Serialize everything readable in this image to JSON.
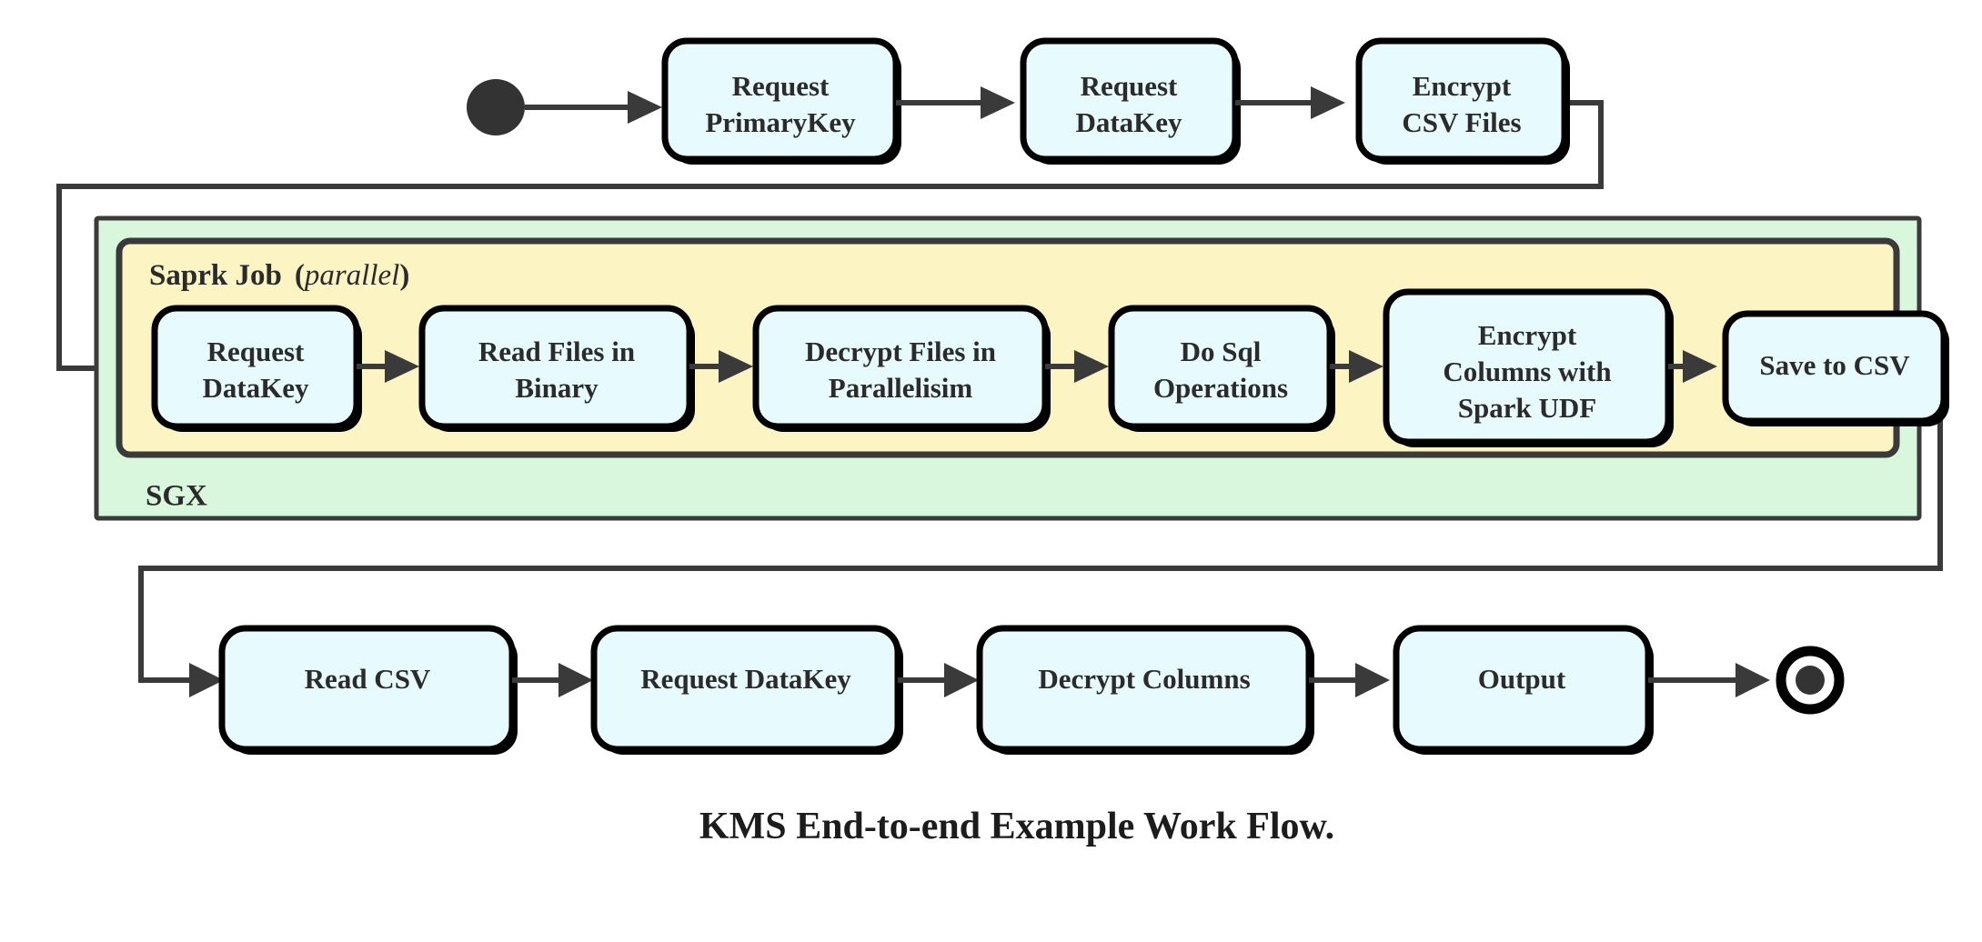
{
  "diagram": {
    "caption": "KMS End-to-end Example Work Flow.",
    "colors": {
      "node_fill": "#e7fbfe",
      "node_stroke": "#000000",
      "sgx_fill": "#d9f7dc",
      "spark_fill": "#fdf4c4",
      "edge_stroke": "#3a3a3a",
      "text": "#2b2b2b"
    },
    "markers": {
      "start_label": "start-node",
      "end_label": "end-node"
    },
    "containers": [
      {
        "id": "sgx",
        "label": "SGX",
        "label_position": "bottom-left"
      },
      {
        "id": "spark-job",
        "label": "Saprk Job",
        "label_suffix_open": "(",
        "label_italic": "parallel",
        "label_suffix_close": ")",
        "label_position": "top-left"
      }
    ],
    "rows": [
      {
        "id": "top-row",
        "nodes": [
          {
            "id": "request-primarykey",
            "line1": "Request",
            "line2": "PrimaryKey"
          },
          {
            "id": "request-datakey-top",
            "line1": "Request",
            "line2": "DataKey"
          },
          {
            "id": "encrypt-csv-files",
            "line1": "Encrypt",
            "line2": "CSV Files"
          }
        ]
      },
      {
        "id": "spark-row",
        "nodes": [
          {
            "id": "request-datakey-spark",
            "line1": "Request",
            "line2": "DataKey"
          },
          {
            "id": "read-files-in-binary",
            "line1": "Read Files in",
            "line2": "Binary"
          },
          {
            "id": "decrypt-files-in-parallelisim",
            "line1": "Decrypt Files in",
            "line2": "Parallelisim"
          },
          {
            "id": "do-sql-operations",
            "line1": "Do Sql",
            "line2": "Operations"
          },
          {
            "id": "encrypt-columns-with-spark-udf",
            "line1": "Encrypt",
            "line2": "Columns with",
            "line3": "Spark UDF"
          },
          {
            "id": "save-to-csv",
            "line1": "Save to CSV"
          }
        ]
      },
      {
        "id": "bottom-row",
        "nodes": [
          {
            "id": "read-csv",
            "line1": "Read CSV"
          },
          {
            "id": "request-datakey-bottom",
            "line1": "Request DataKey"
          },
          {
            "id": "decrypt-columns",
            "line1": "Decrypt Columns"
          },
          {
            "id": "output",
            "line1": "Output"
          }
        ]
      }
    ],
    "edges": [
      {
        "id": "e-start-to-primarykey",
        "from": "start-node",
        "to": "request-primarykey"
      },
      {
        "id": "e-primarykey-to-datakey",
        "from": "request-primarykey",
        "to": "request-datakey-top"
      },
      {
        "id": "e-datakey-to-encrypt-csv",
        "from": "request-datakey-top",
        "to": "encrypt-csv-files"
      },
      {
        "id": "e-encrypt-csv-to-spark-datakey",
        "from": "encrypt-csv-files",
        "to": "request-datakey-spark"
      },
      {
        "id": "e-spark-datakey-to-read-binary",
        "from": "request-datakey-spark",
        "to": "read-files-in-binary"
      },
      {
        "id": "e-read-binary-to-decrypt-files",
        "from": "read-files-in-binary",
        "to": "decrypt-files-in-parallelisim"
      },
      {
        "id": "e-decrypt-files-to-sql",
        "from": "decrypt-files-in-parallelisim",
        "to": "do-sql-operations"
      },
      {
        "id": "e-sql-to-encrypt-columns",
        "from": "do-sql-operations",
        "to": "encrypt-columns-with-spark-udf"
      },
      {
        "id": "e-encrypt-columns-to-save-csv",
        "from": "encrypt-columns-with-spark-udf",
        "to": "save-to-csv"
      },
      {
        "id": "e-save-csv-to-read-csv",
        "from": "save-to-csv",
        "to": "read-csv"
      },
      {
        "id": "e-read-csv-to-datakey",
        "from": "read-csv",
        "to": "request-datakey-bottom"
      },
      {
        "id": "e-datakey-to-decrypt-columns",
        "from": "request-datakey-bottom",
        "to": "decrypt-columns"
      },
      {
        "id": "e-decrypt-columns-to-output",
        "from": "decrypt-columns",
        "to": "output"
      },
      {
        "id": "e-output-to-end",
        "from": "output",
        "to": "end-node"
      }
    ]
  }
}
